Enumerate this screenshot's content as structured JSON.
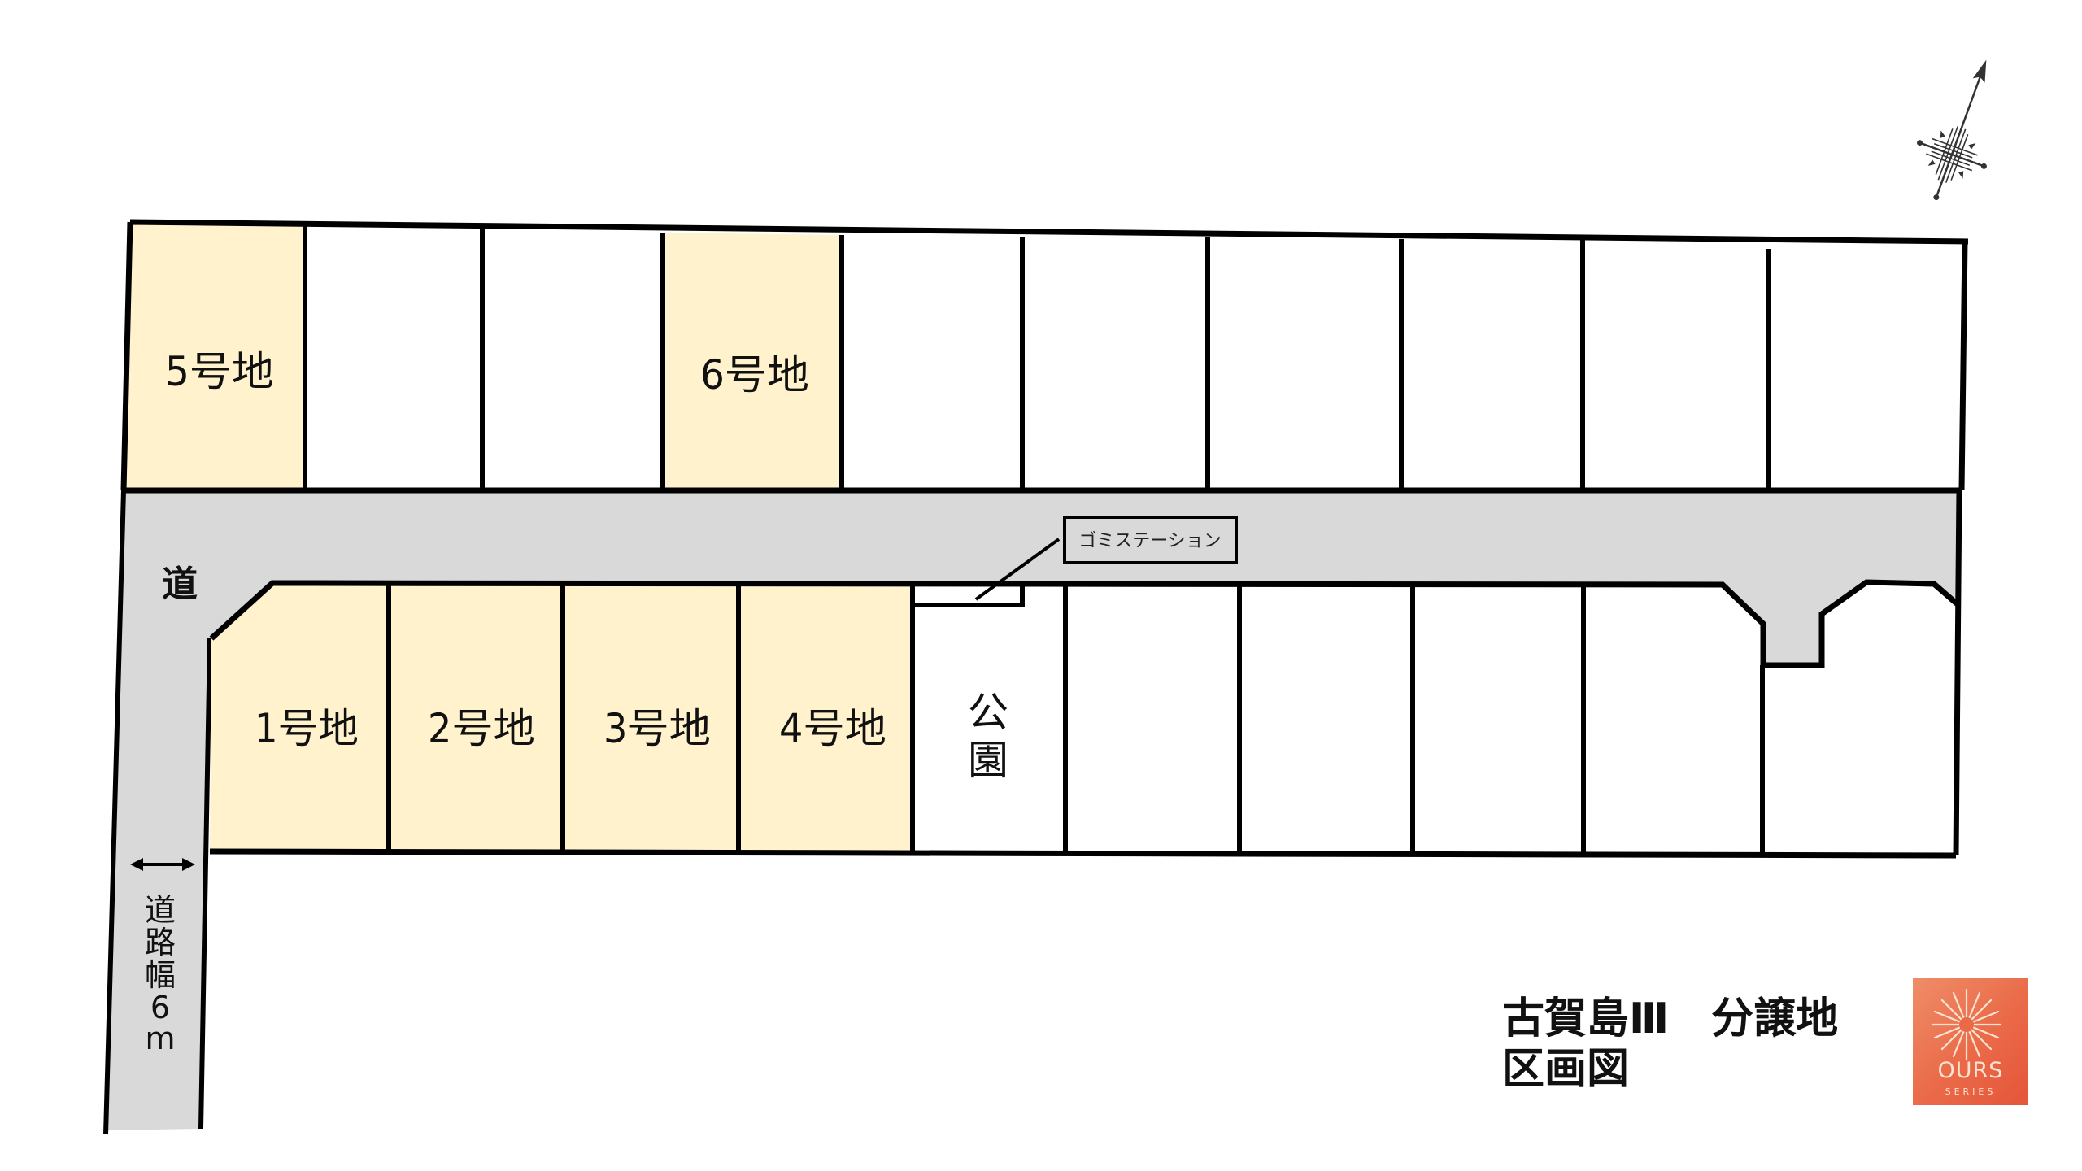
{
  "title": {
    "line1": "古賀島Ⅲ　分譲地",
    "line2": "区画図"
  },
  "logo": {
    "main": "OURS",
    "sub": "SERIES",
    "icon": "sunburst-icon",
    "color_start": "#ef8d68",
    "color_end": "#e5553a"
  },
  "compass": {
    "icon": "north-arrow-compass-icon"
  },
  "colors": {
    "featured_lot": "#FFF2CC",
    "road": "#D9D9D9",
    "outline": "#000000",
    "empty_lot": "#FFFFFF"
  },
  "road": {
    "label": "道",
    "width_label_chars": [
      "道",
      "路",
      "幅",
      "6",
      "m"
    ],
    "width_label": "道路幅6m"
  },
  "garbage_station": {
    "label": "ゴミステーション"
  },
  "park": {
    "chars": [
      "公",
      "園"
    ],
    "label": "公園"
  },
  "lots": {
    "north_row": [
      {
        "id": 5,
        "label": "5号地",
        "featured": true
      },
      {
        "id": null,
        "label": "",
        "featured": false
      },
      {
        "id": null,
        "label": "",
        "featured": false
      },
      {
        "id": 6,
        "label": "6号地",
        "featured": true
      },
      {
        "id": null,
        "label": "",
        "featured": false
      },
      {
        "id": null,
        "label": "",
        "featured": false
      },
      {
        "id": null,
        "label": "",
        "featured": false
      },
      {
        "id": null,
        "label": "",
        "featured": false
      },
      {
        "id": null,
        "label": "",
        "featured": false
      },
      {
        "id": null,
        "label": "",
        "featured": false
      }
    ],
    "south_row": [
      {
        "id": 1,
        "label": "1号地",
        "featured": true
      },
      {
        "id": 2,
        "label": "2号地",
        "featured": true
      },
      {
        "id": 3,
        "label": "3号地",
        "featured": true
      },
      {
        "id": 4,
        "label": "4号地",
        "featured": true
      },
      {
        "id": "park",
        "label": "公園",
        "featured": false
      },
      {
        "id": null,
        "label": "",
        "featured": false
      },
      {
        "id": null,
        "label": "",
        "featured": false
      },
      {
        "id": null,
        "label": "",
        "featured": false
      },
      {
        "id": null,
        "label": "",
        "featured": false
      },
      {
        "id": null,
        "label": "",
        "featured": false
      }
    ]
  }
}
